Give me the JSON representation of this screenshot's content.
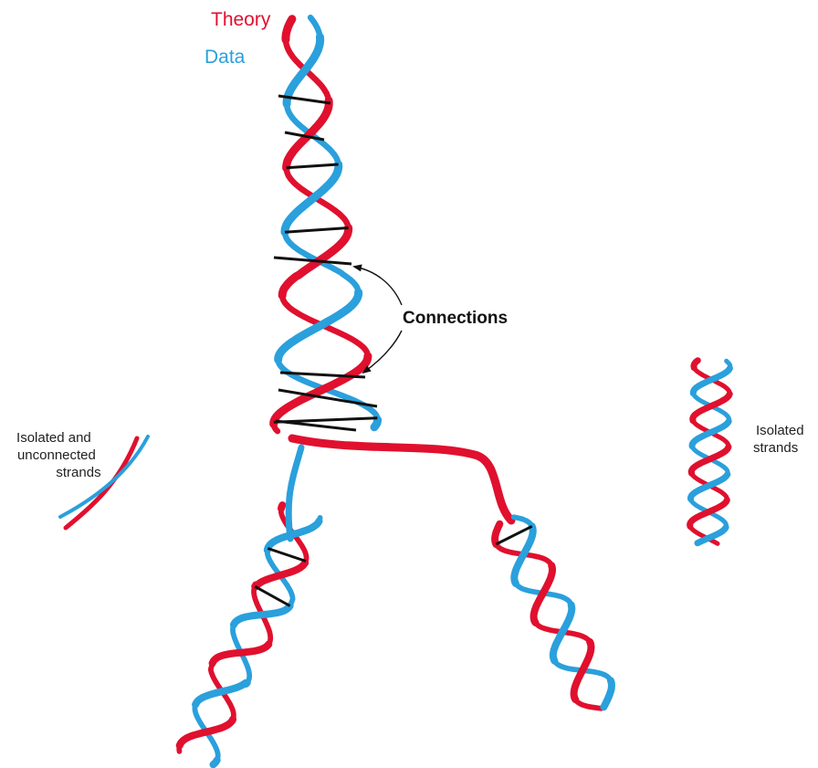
{
  "labels": {
    "theory": "Theory",
    "data": "Data",
    "connections": "Connections",
    "isolated_left": [
      "Isolated and",
      "unconnected",
      "strands"
    ],
    "isolated_right": [
      "Isolated",
      "strands"
    ]
  },
  "colors": {
    "theory": "#e0102e",
    "data": "#2aa0dc",
    "rung": "#111111",
    "background": "#ffffff"
  }
}
